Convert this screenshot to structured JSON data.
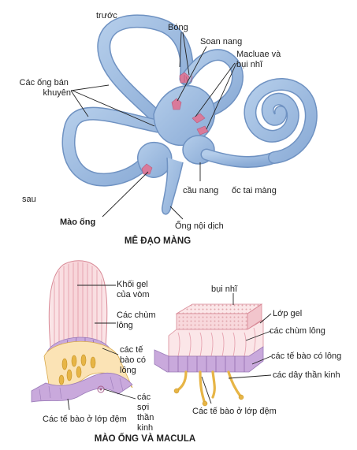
{
  "top": {
    "title": "MÊ ĐẠO MÀNG",
    "labels": {
      "front": "trước",
      "back": "sau",
      "ampulla": "Bóng",
      "canals": "Các ống bán khuyên",
      "utricle": "Soan nang",
      "maculae": "Macluae và bụi nhĩ",
      "crista": "Mào ống",
      "saccule": "cầu nang",
      "cochlea": "ốc tai màng",
      "endolymph": "Ống nội dịch"
    }
  },
  "bottom": {
    "title": "MÀO ỐNG VÀ MACULA",
    "crista": {
      "gel": "Khối gel của vòm",
      "tufts": "Các chùm lông",
      "hair_cells": "các tế bào có lông",
      "fibers": "các sợi thần kinh",
      "support": "Các tế bào ở lớp đệm"
    },
    "macula": {
      "otoconia": "bụi nhĩ",
      "gel": "Lớp gel",
      "tufts": "các chùm lông",
      "hair_cells": "các tế bào có lông",
      "nerves": "các dây thần kinh",
      "support": "Các tế bào ở lớp đệm"
    }
  },
  "colors": {
    "labyrinth": "#9bb9de",
    "labyrinth_edge": "#6f92c2",
    "sensory": "#d97a9a",
    "gel": "#f6d7db",
    "gel_stripe": "#e8a0ad",
    "cells": "#c9a9dc",
    "nerve": "#e7b546"
  }
}
